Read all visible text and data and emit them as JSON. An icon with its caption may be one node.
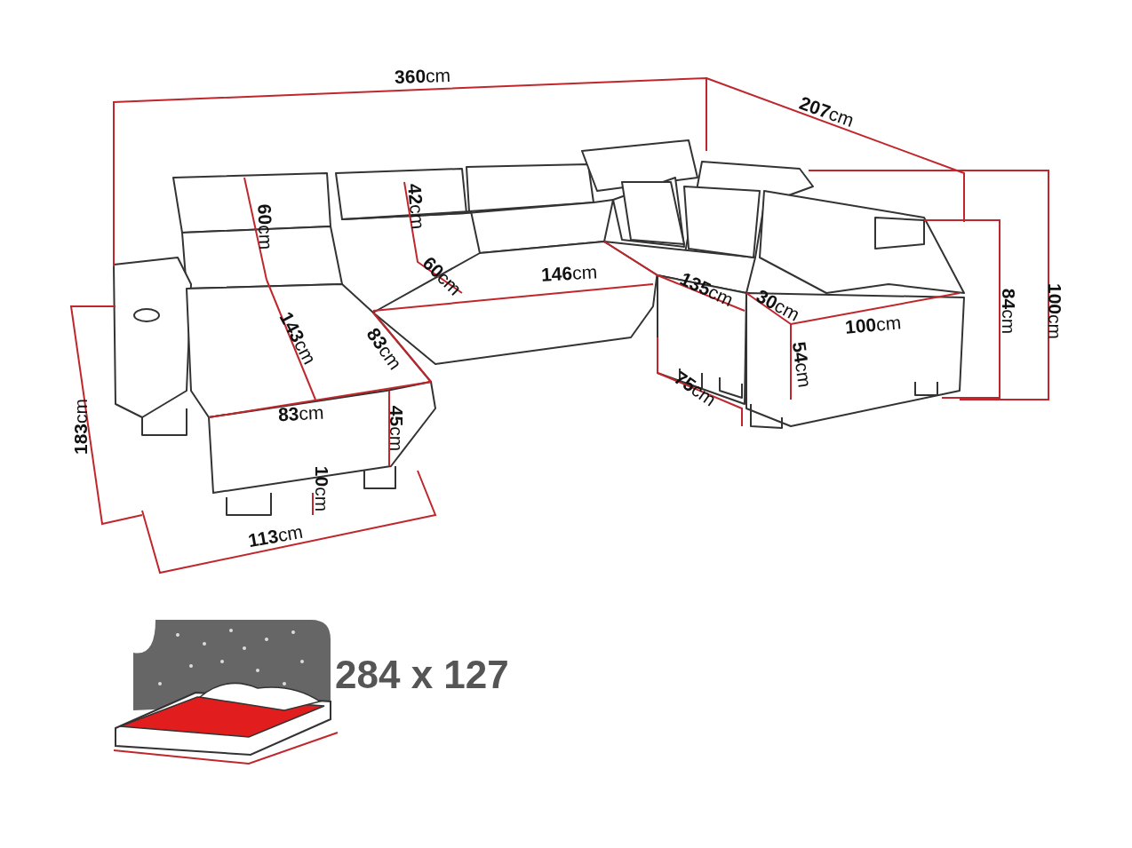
{
  "diagram": {
    "labels": [
      "**360**cm",
      "**207**cm",
      "**60**cm",
      "**42**cm",
      "**60**cm",
      "**146**cm",
      "**135**cm",
      "**30**cm",
      "**100**cm",
      "**84**cm",
      "**100**cm",
      "**143**cm",
      "**83**cm",
      "**54**cm",
      "**183**cm",
      "**75**cm",
      "**83**cm",
      "**45**cm",
      "**10**cm",
      "**113**cm",
      "284 x 127"
    ]
  }
}
